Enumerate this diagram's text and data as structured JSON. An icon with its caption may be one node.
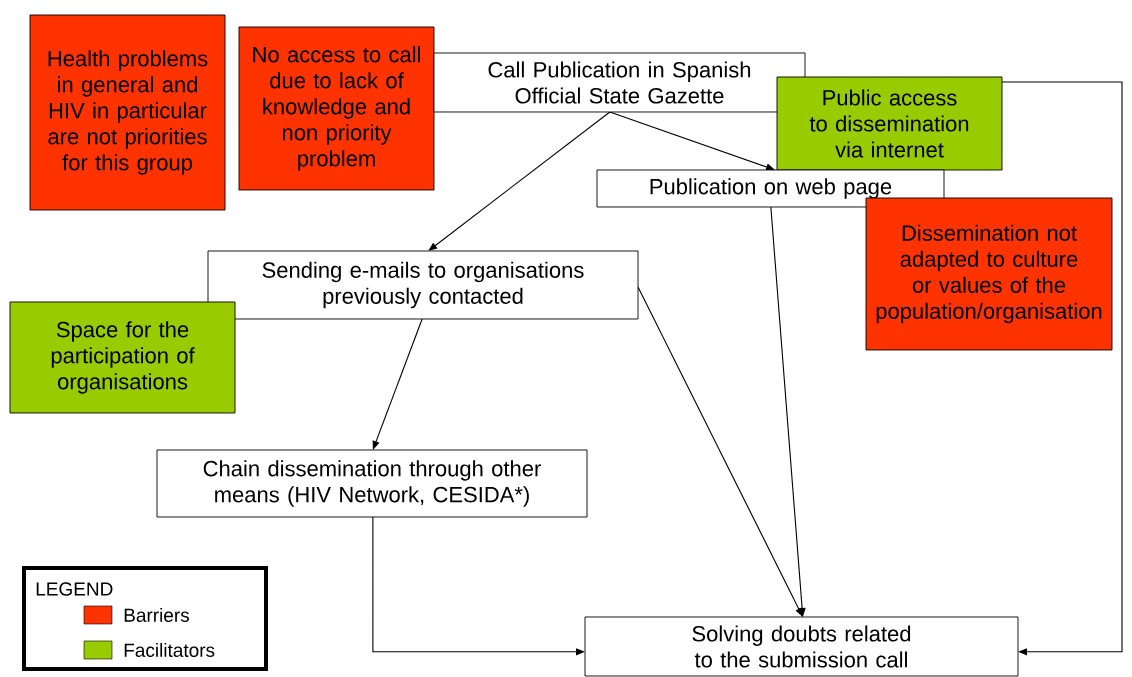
{
  "diagram": {
    "nodes": [
      {
        "text": [
          "Health problems in general and HIV in particular are not priorities for this group"
        ]
      },
      {
        "text": [
          "No access to call due to lack of knowledge and non priority problem"
        ]
      },
      {
        "text": [
          "Call Publication in Spanish Official State Gazette"
        ]
      },
      {
        "text": [
          "Public access to dissemination via internet"
        ]
      },
      {
        "text": [
          "Publication on web page"
        ]
      },
      {
        "text": [
          "Dissemination not adapted to culture or values of the population/organisation"
        ]
      },
      {
        "text": [
          "Sending e-mails to organisations previously contacted"
        ]
      },
      {
        "text": [
          "Space for the participation of organisations"
        ]
      },
      {
        "text": [
          "Chain dissemination through other means (HIV Network, CESIDA*)"
        ]
      },
      {
        "text": [
          "Solving doubts related to the submission call"
        ]
      }
    ],
    "edges": [
      {
        "from": 2,
        "to": 4,
        "arrow": "to"
      },
      {
        "from": 2,
        "to": 6,
        "arrow": "to"
      },
      {
        "from": 6,
        "to": 8,
        "arrow": "to"
      },
      {
        "from": 6,
        "to": 9,
        "arrow": "to"
      },
      {
        "from": 4,
        "to": 9,
        "arrow": "to"
      },
      {
        "from": 8,
        "to": 9,
        "arrow": "to"
      },
      {
        "from": 3,
        "to": 9,
        "arrow": "to"
      }
    ],
    "labels": [
      "LEGEND"
    ],
    "legend": [
      {
        "text": "Barriers",
        "color": "#ff3300"
      },
      {
        "text": "Facilitators",
        "color": "#99cc00"
      }
    ]
  }
}
